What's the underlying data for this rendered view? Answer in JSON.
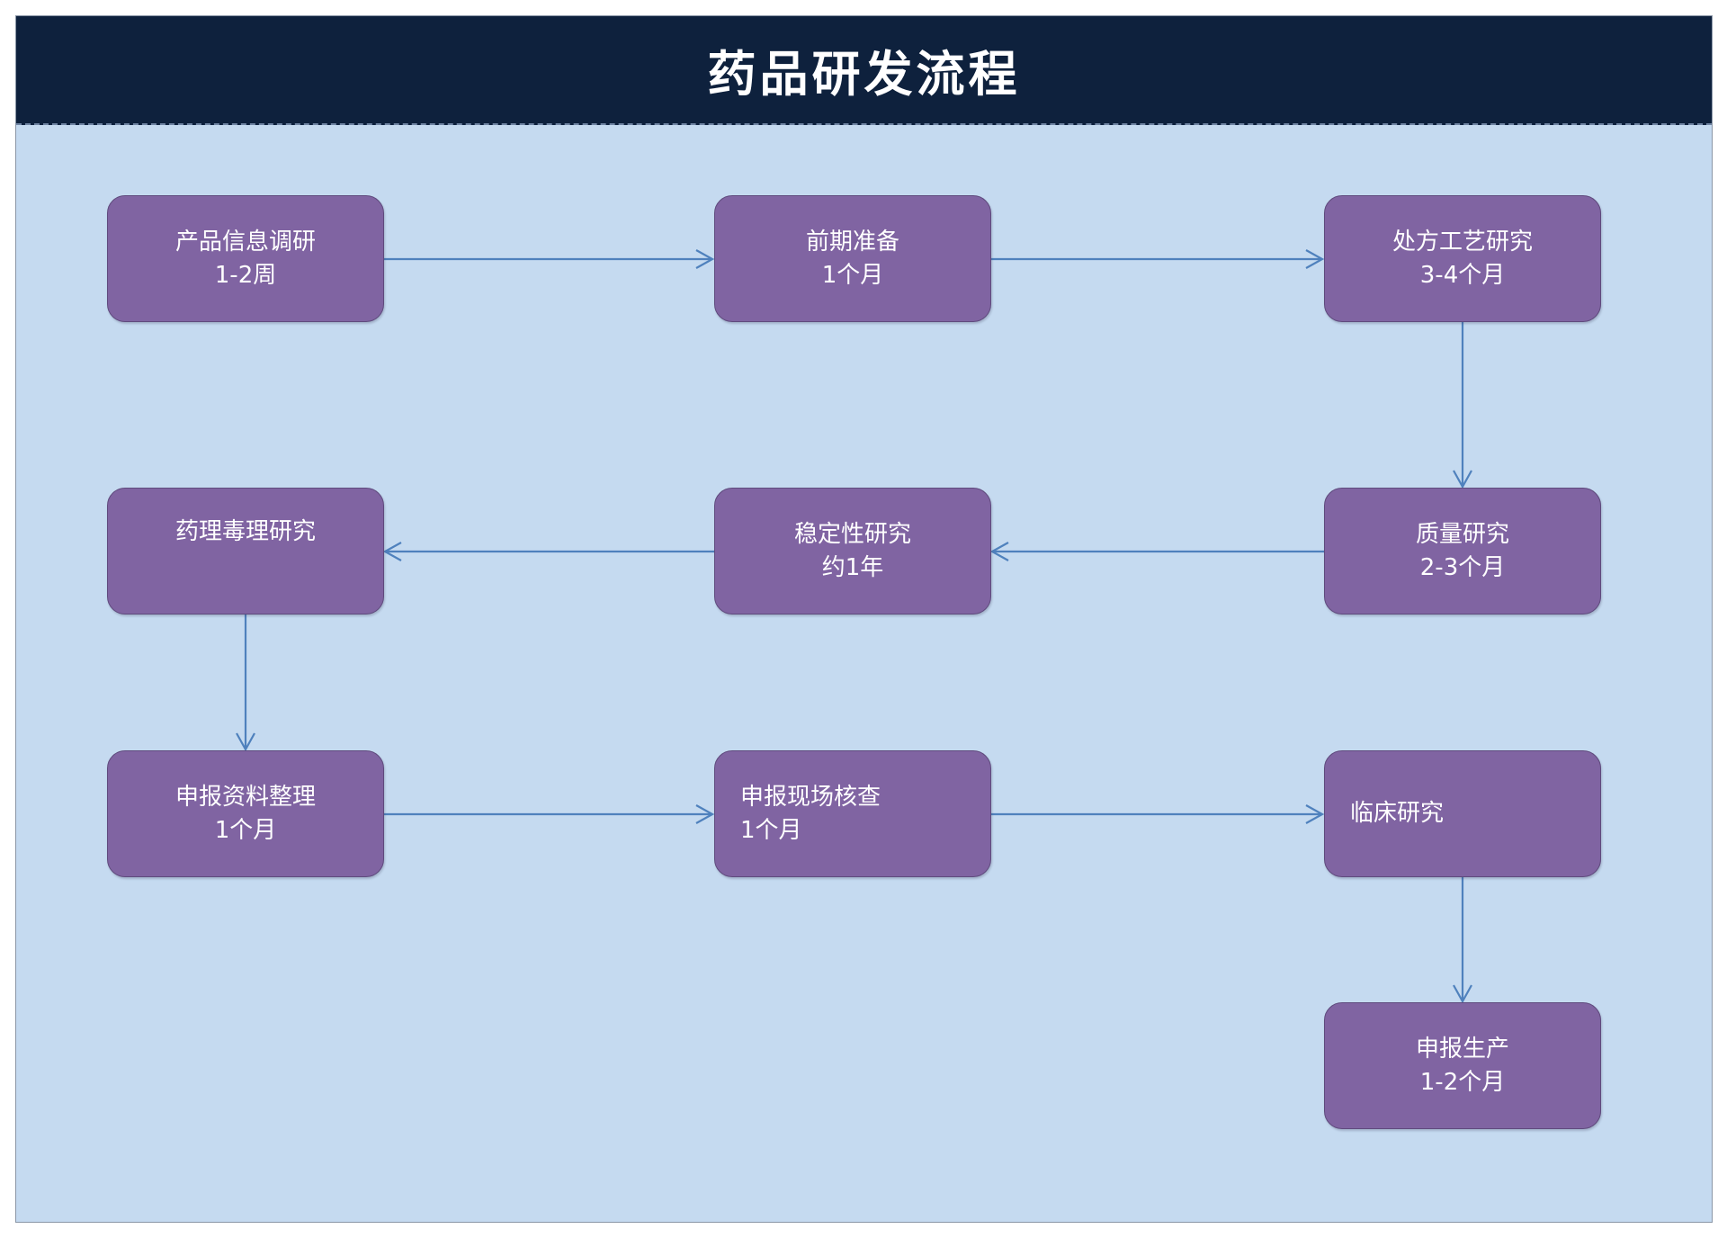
{
  "title": "药品研发流程",
  "colors": {
    "header_bg": "#0e213d",
    "canvas_bg": "#c5daf0",
    "node_fill": "#8064a2",
    "connector": "#4f81bd"
  },
  "nodes": {
    "n1": {
      "name": "产品信息调研",
      "duration": "1-2周"
    },
    "n2": {
      "name": "前期准备",
      "duration": "1个月"
    },
    "n3": {
      "name": "处方工艺研究",
      "duration": "3-4个月"
    },
    "n4": {
      "name": "质量研究",
      "duration": "2-3个月"
    },
    "n5": {
      "name": "稳定性研究",
      "duration": "约1年"
    },
    "n6": {
      "name": "药理毒理研究",
      "duration": ""
    },
    "n7": {
      "name": "申报资料整理",
      "duration": "1个月"
    },
    "n8": {
      "name": "申报现场核查",
      "duration": "1个月"
    },
    "n9": {
      "name": "临床研究",
      "duration": ""
    },
    "n10": {
      "name": "申报生产",
      "duration": "1-2个月"
    }
  },
  "edges": [
    {
      "from": "n1",
      "to": "n2"
    },
    {
      "from": "n2",
      "to": "n3"
    },
    {
      "from": "n3",
      "to": "n4"
    },
    {
      "from": "n4",
      "to": "n5"
    },
    {
      "from": "n5",
      "to": "n6"
    },
    {
      "from": "n6",
      "to": "n7"
    },
    {
      "from": "n7",
      "to": "n8"
    },
    {
      "from": "n8",
      "to": "n9"
    },
    {
      "from": "n9",
      "to": "n10"
    }
  ]
}
